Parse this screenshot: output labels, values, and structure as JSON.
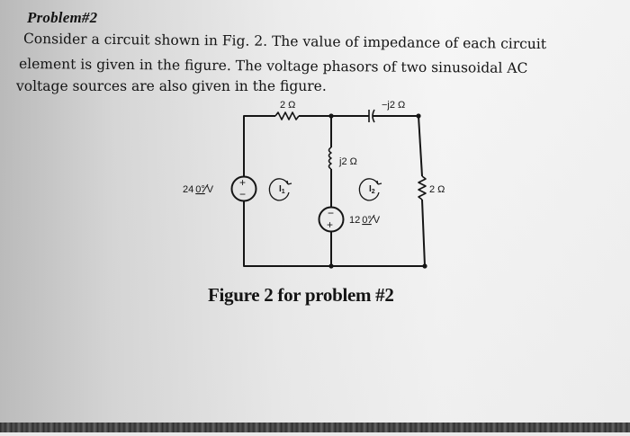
{
  "problem": {
    "title": "Problem#2",
    "lines": [
      "Consider a circuit shown in Fig. 2.  The value of impedance of each circuit",
      "element is given in the figure.  The voltage phasors of two sinusoidal AC",
      "voltage sources are also given in the figure."
    ]
  },
  "figure": {
    "caption": "Figure 2 for problem #2",
    "components": {
      "resistor_top": "2 Ω",
      "capacitor_top": "−j2 Ω",
      "inductor_middle": "j2 Ω",
      "resistor_right": "2 Ω",
      "source_left": {
        "magnitude": "24",
        "angle": "0°",
        "unit": "V"
      },
      "source_middle": {
        "magnitude": "12",
        "angle": "0°",
        "unit": "V"
      }
    },
    "mesh_currents": [
      {
        "label": "I",
        "sub": "1"
      },
      {
        "label": "I",
        "sub": "2"
      }
    ],
    "source_left_polarity": {
      "top": "+",
      "bottom": "−"
    },
    "source_middle_polarity": {
      "top": "−",
      "bottom": "+"
    }
  }
}
